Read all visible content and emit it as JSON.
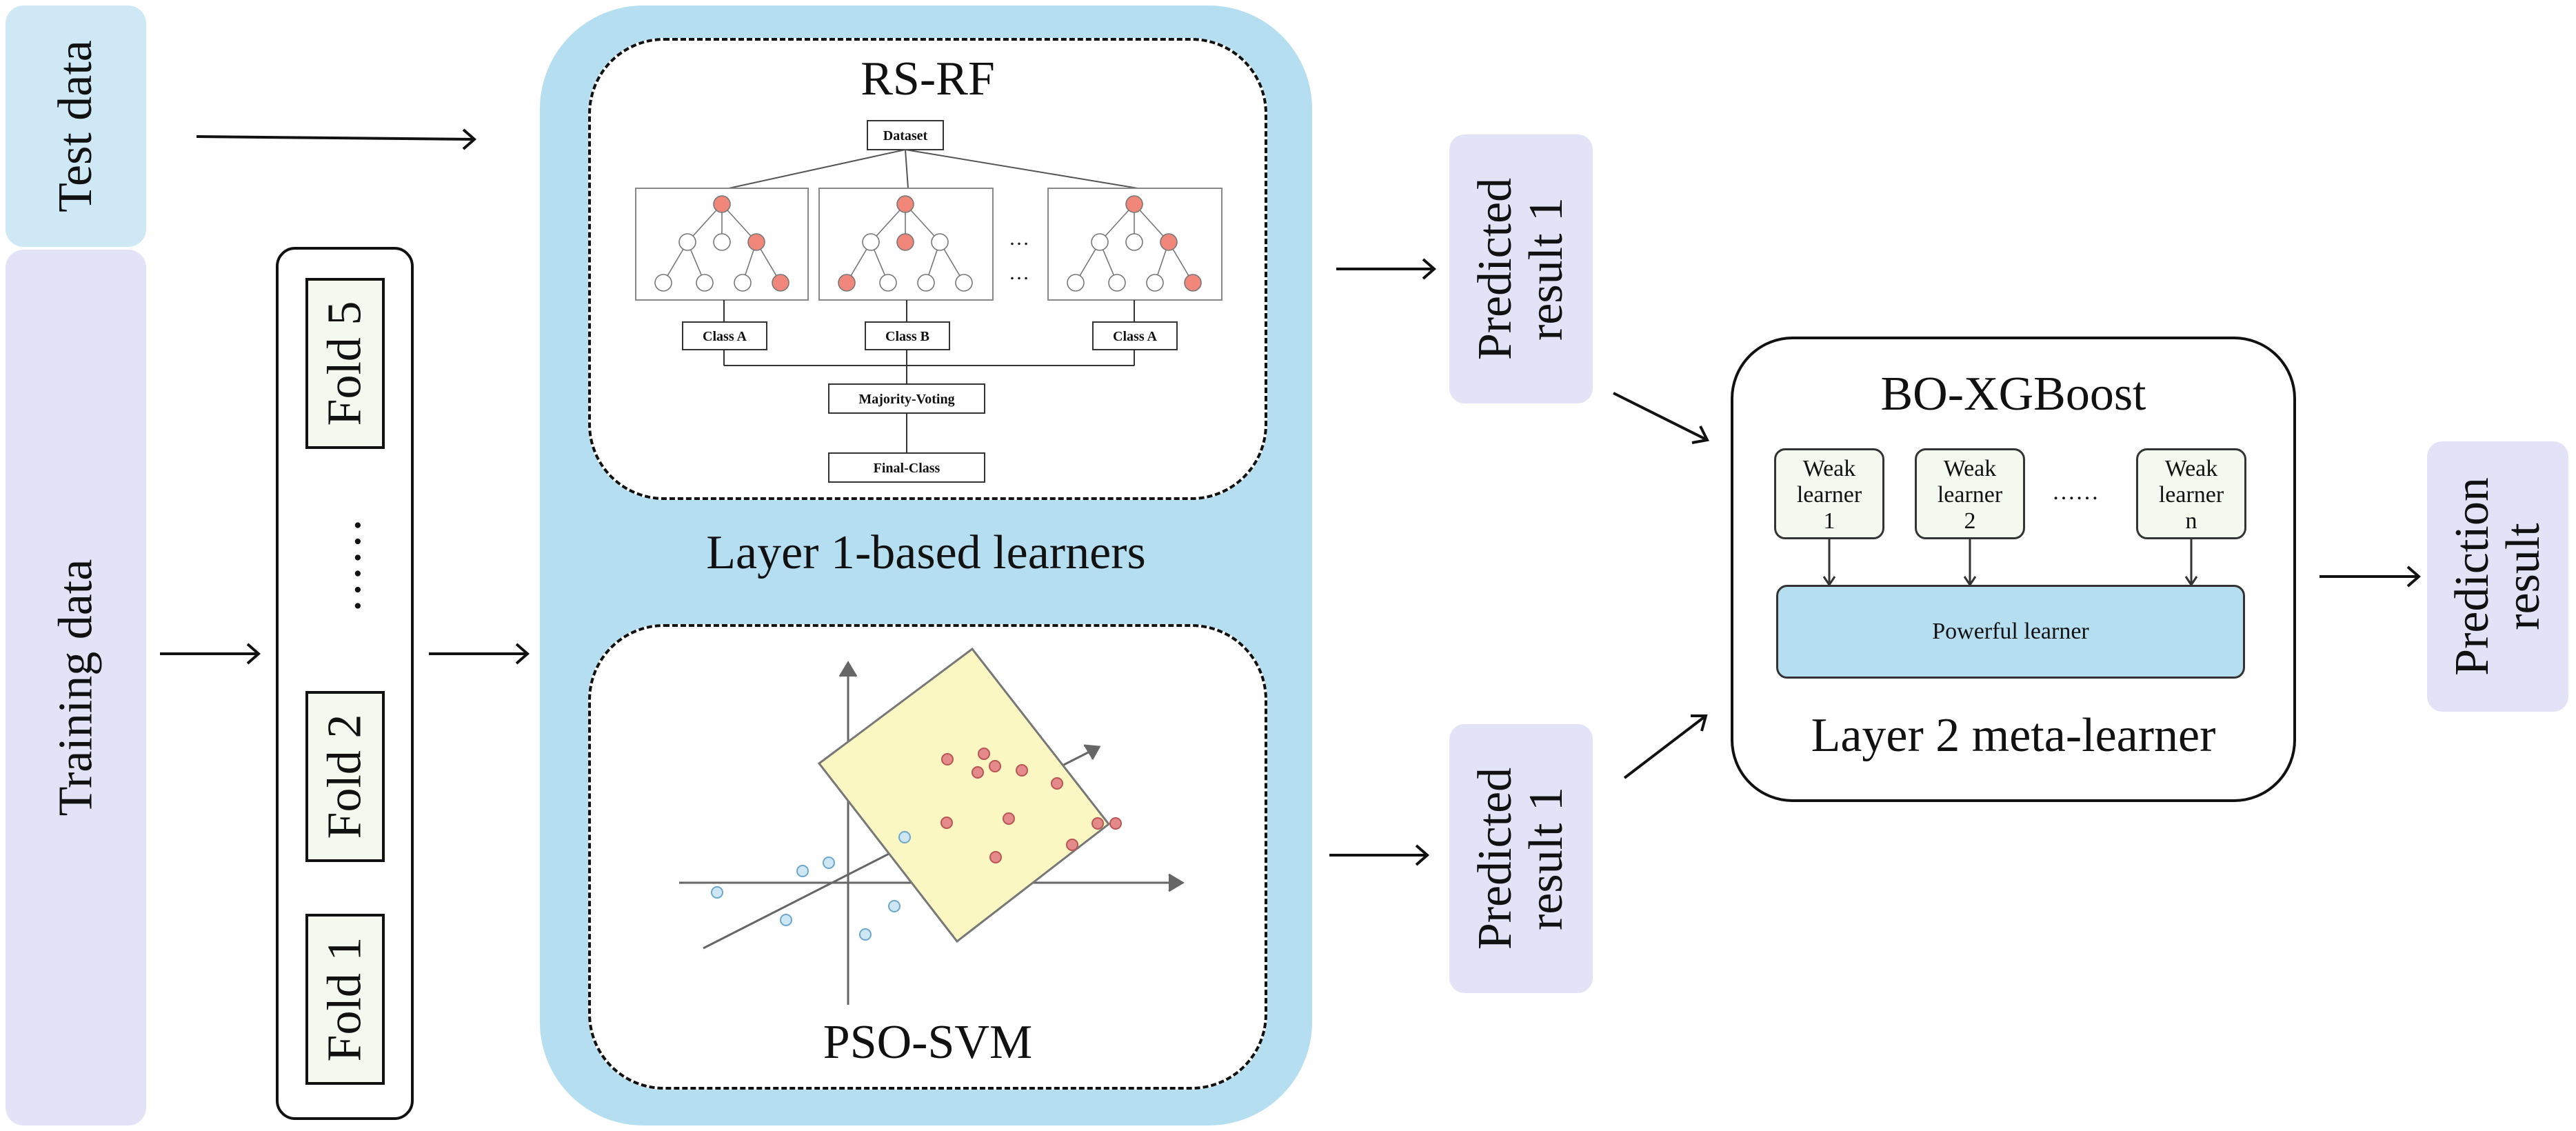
{
  "colors": {
    "data_bar": "#cfe8f5",
    "training_bar": "#e2e3f6",
    "layer1_panel": "#b6def1",
    "predicted_box": "#e2e3f6",
    "prediction_box": "#e2e3f6",
    "fold_fill": "#f3f9ef",
    "weak_fill": "#f3f9ef",
    "powerful_fill": "#b6def1",
    "tree_node_highlight": "#f0877a",
    "svm_box": "#faf7c3",
    "svm_red_point": "#e58a8a",
    "svm_blue_point": "#9ccbe6"
  },
  "inputs": {
    "test_data": "Test data",
    "training_data": "Training data"
  },
  "folds": {
    "fold5": "Fold 5",
    "ellipsis": "……",
    "fold2": "Fold 2",
    "fold1": "Fold 1"
  },
  "layer1": {
    "label": "Layer 1-based learners",
    "rsrf": {
      "title": "RS-RF",
      "dataset": "Dataset",
      "class_labels": [
        "Class A",
        "Class B",
        "Class A"
      ],
      "dots": "…",
      "majority": "Majority-Voting",
      "final": "Final-Class"
    },
    "psosvm": {
      "title": "PSO-SVM"
    }
  },
  "predicted": {
    "top": [
      "Predicted",
      "result 1"
    ],
    "bottom": [
      "Predicted",
      "result 1"
    ]
  },
  "layer2": {
    "title": "BO-XGBoost",
    "weak_learners": [
      [
        "Weak",
        "learner",
        "1"
      ],
      [
        "Weak",
        "learner",
        "2"
      ],
      [
        "Weak",
        "learner",
        "n"
      ]
    ],
    "weak_ellipsis": "……",
    "powerful": "Powerful learner",
    "label": "Layer 2 meta-learner"
  },
  "output": [
    "Prediction",
    "result"
  ]
}
